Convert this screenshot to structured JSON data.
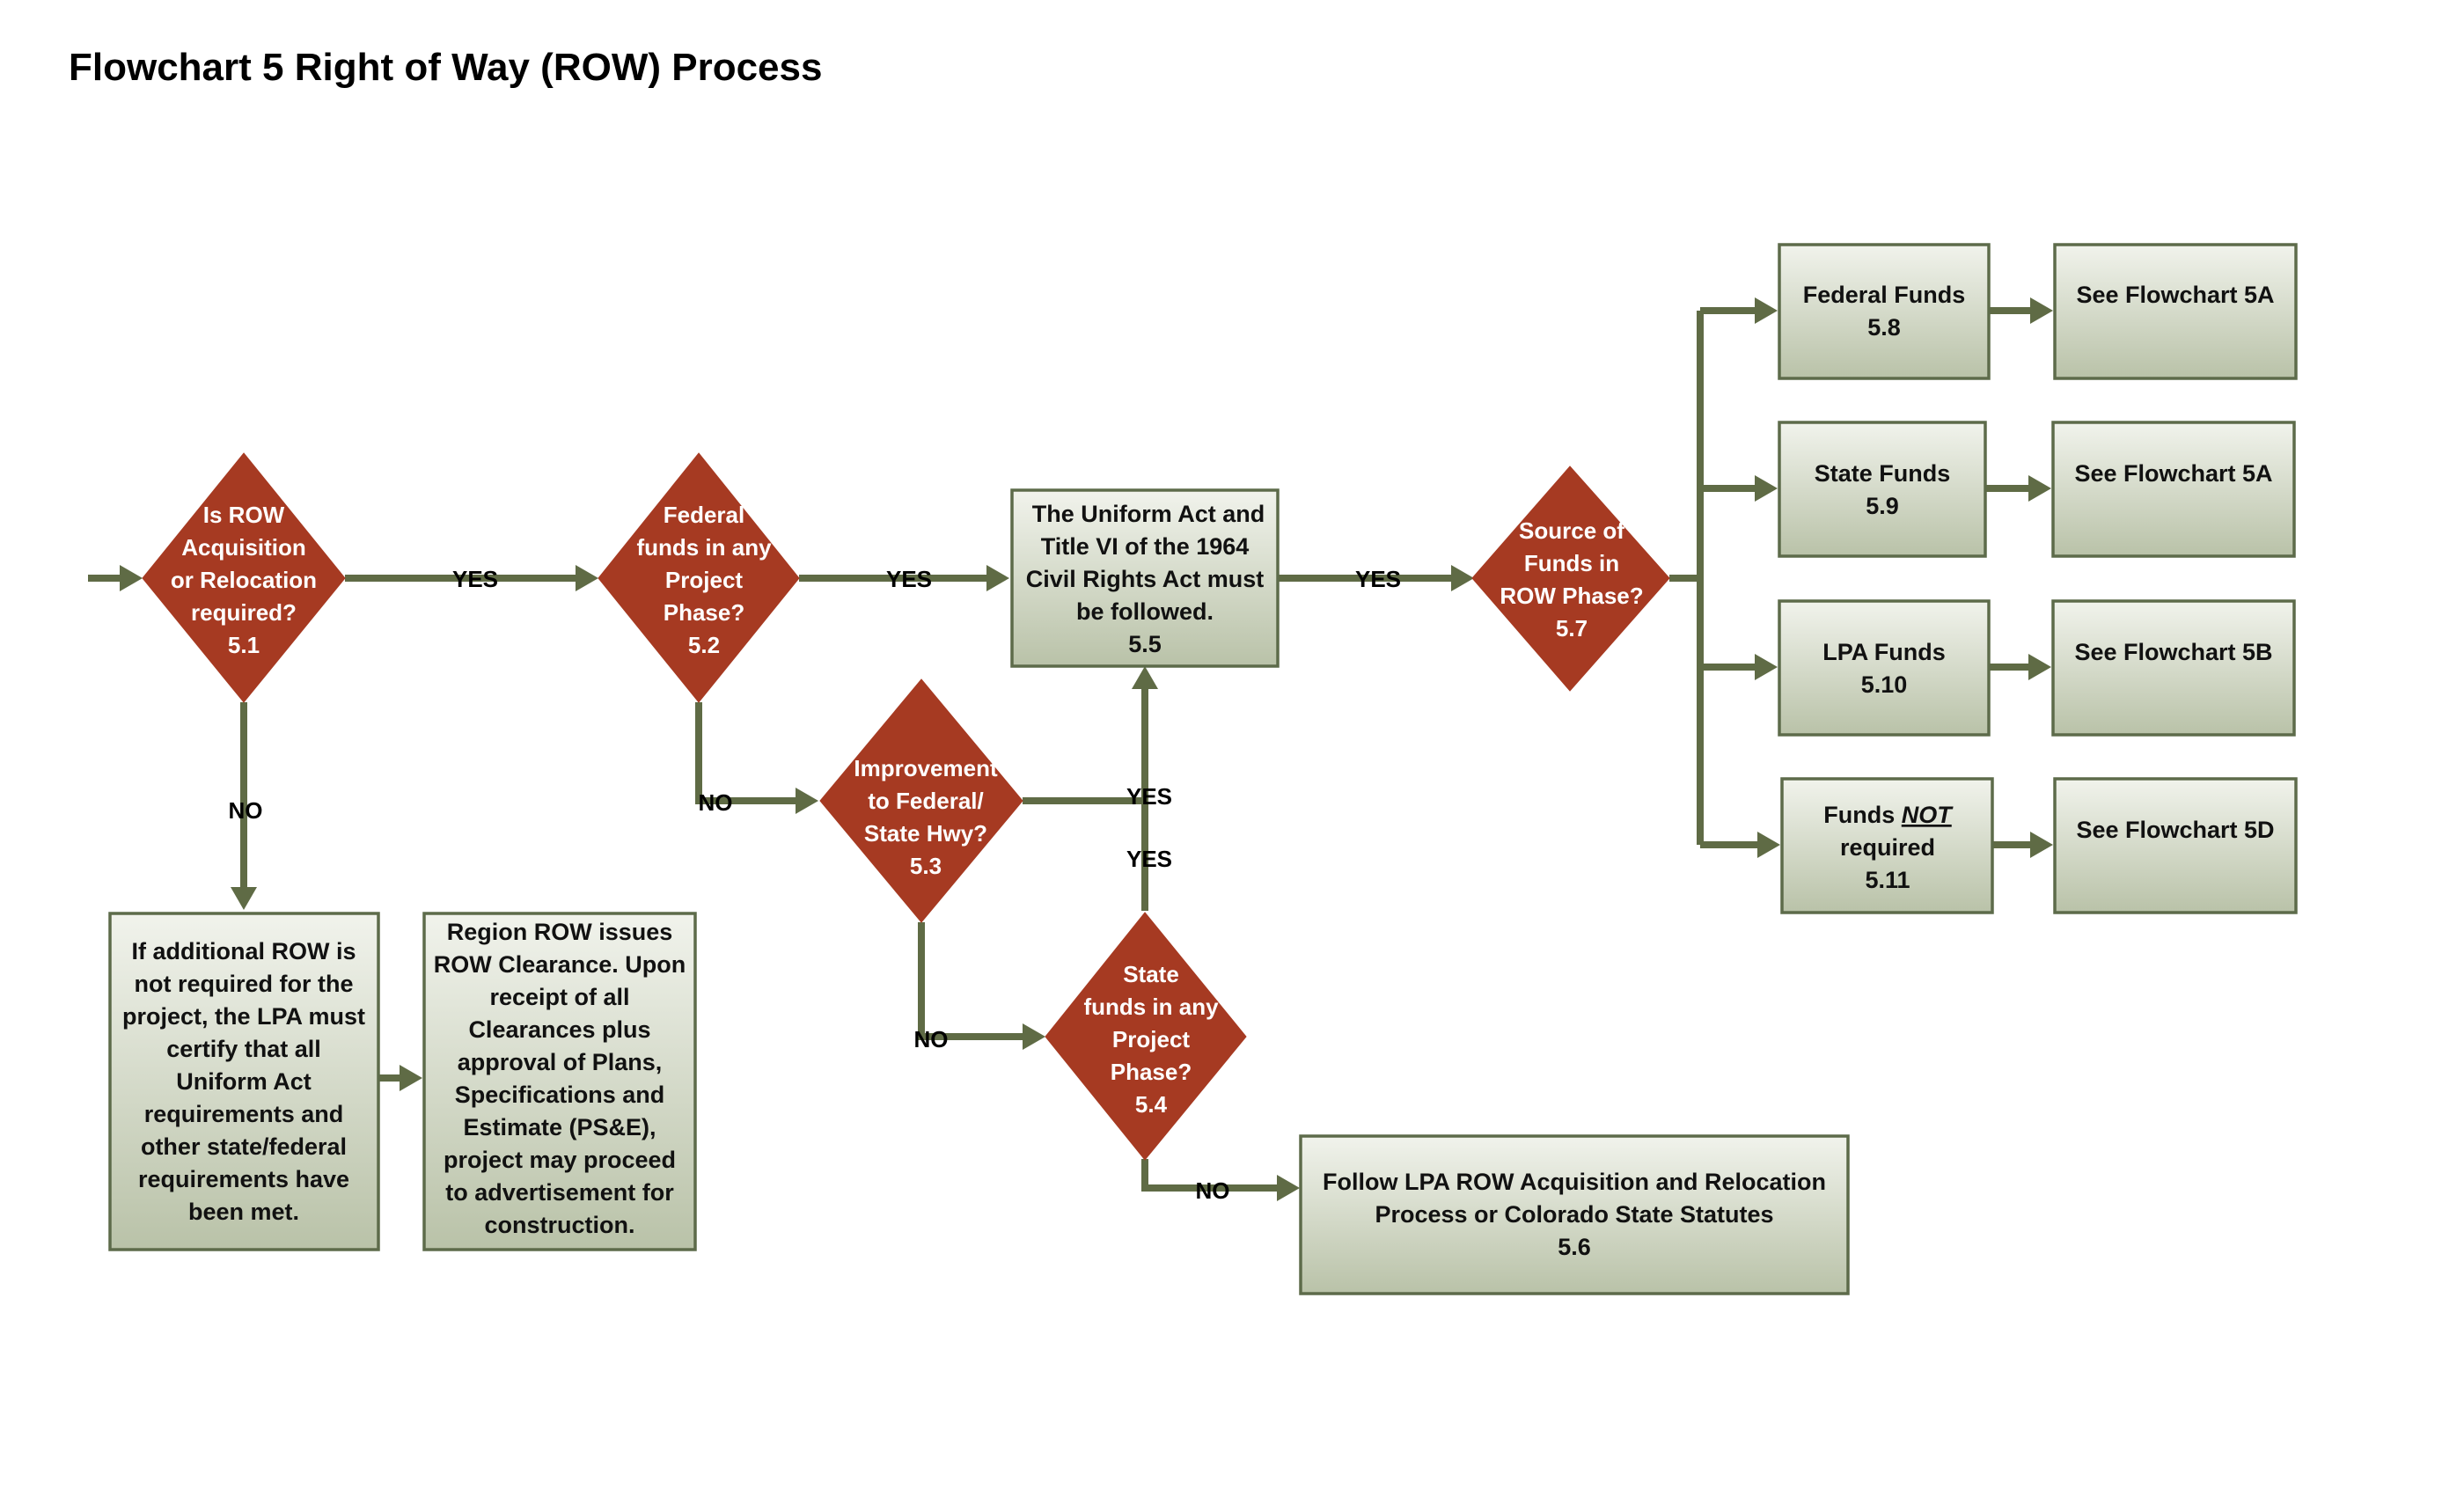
{
  "title": "Flowchart 5 Right of Way (ROW) Process",
  "labels": {
    "yes": "YES",
    "no": "NO"
  },
  "nodes": {
    "n51": {
      "shape": "decision",
      "lines": [
        "Is ROW",
        "Acquisition",
        "or Relocation",
        "required?",
        "5.1"
      ]
    },
    "n52": {
      "shape": "decision",
      "lines": [
        "Federal",
        "funds in any",
        "Project",
        "Phase?",
        "5.2"
      ]
    },
    "n53": {
      "shape": "decision",
      "lines": [
        "Improvement",
        "to Federal/",
        "State Hwy?",
        "5.3"
      ]
    },
    "n54": {
      "shape": "decision",
      "lines": [
        "State",
        "funds in any",
        "Project",
        "Phase?",
        "5.4"
      ]
    },
    "n55": {
      "shape": "process",
      "lines": [
        "The Uniform Act  and",
        "Title VI of the 1964",
        "Civil Rights Act must",
        "be followed.",
        "5.5"
      ]
    },
    "n56": {
      "shape": "process",
      "lines": [
        "Follow LPA ROW Acquisition and Relocation",
        "Process or Colorado State Statutes",
        "5.6"
      ]
    },
    "n57": {
      "shape": "decision",
      "lines": [
        "Source of",
        "Funds in",
        "ROW Phase?",
        "5.7"
      ]
    },
    "n58": {
      "shape": "process",
      "lines": [
        "Federal Funds",
        "5.8"
      ]
    },
    "n59": {
      "shape": "process",
      "lines": [
        "State Funds",
        "5.9"
      ]
    },
    "n510": {
      "shape": "process",
      "lines": [
        "LPA Funds",
        "5.10"
      ]
    },
    "n511": {
      "shape": "process",
      "lines": [
        "Funds |NOT|",
        "required",
        "5.11"
      ]
    },
    "s5a1": {
      "shape": "process",
      "lines": [
        "See Flowchart 5A"
      ]
    },
    "s5a2": {
      "shape": "process",
      "lines": [
        "See Flowchart 5A"
      ]
    },
    "s5b": {
      "shape": "process",
      "lines": [
        "See Flowchart 5B"
      ]
    },
    "s5d": {
      "shape": "process",
      "lines": [
        "See Flowchart 5D"
      ]
    },
    "cert": {
      "shape": "process",
      "lines": [
        "If additional ROW is",
        "not required for the",
        "project, the LPA must",
        "certify that all",
        "Uniform Act",
        "requirements and",
        "other state/federal",
        "requirements have",
        "been met."
      ]
    },
    "clear": {
      "shape": "process",
      "lines": [
        "Region ROW issues",
        "ROW Clearance.  Upon",
        "receipt of all",
        "Clearances plus",
        "approval of Plans,",
        "Specifications and",
        "Estimate (PS&E),",
        "project may proceed",
        "to advertisement for",
        "construction."
      ]
    }
  },
  "edges": [
    {
      "from": "start",
      "to": "n51",
      "label": ""
    },
    {
      "from": "n51",
      "to": "n52",
      "label": "YES"
    },
    {
      "from": "n51",
      "to": "cert",
      "label": "NO"
    },
    {
      "from": "cert",
      "to": "clear",
      "label": ""
    },
    {
      "from": "n52",
      "to": "n55",
      "label": "YES"
    },
    {
      "from": "n52",
      "to": "n53",
      "label": "NO"
    },
    {
      "from": "n53",
      "to": "n55",
      "label": "YES"
    },
    {
      "from": "n53",
      "to": "n54",
      "label": "NO"
    },
    {
      "from": "n54",
      "to": "n55",
      "label": "YES"
    },
    {
      "from": "n54",
      "to": "n56",
      "label": "NO"
    },
    {
      "from": "n55",
      "to": "n57",
      "label": "YES"
    },
    {
      "from": "n57",
      "to": "n58",
      "label": ""
    },
    {
      "from": "n57",
      "to": "n59",
      "label": ""
    },
    {
      "from": "n57",
      "to": "n510",
      "label": ""
    },
    {
      "from": "n57",
      "to": "n511",
      "label": ""
    },
    {
      "from": "n58",
      "to": "s5a1",
      "label": ""
    },
    {
      "from": "n59",
      "to": "s5a2",
      "label": ""
    },
    {
      "from": "n510",
      "to": "s5b",
      "label": ""
    },
    {
      "from": "n511",
      "to": "s5d",
      "label": ""
    }
  ],
  "colors": {
    "decision_fill": "#a63a22",
    "process_fill_top": "#f1f3ec",
    "process_fill_bottom": "#b9c2a8",
    "process_border": "#5d6b4a",
    "connector": "#5f6b45"
  }
}
